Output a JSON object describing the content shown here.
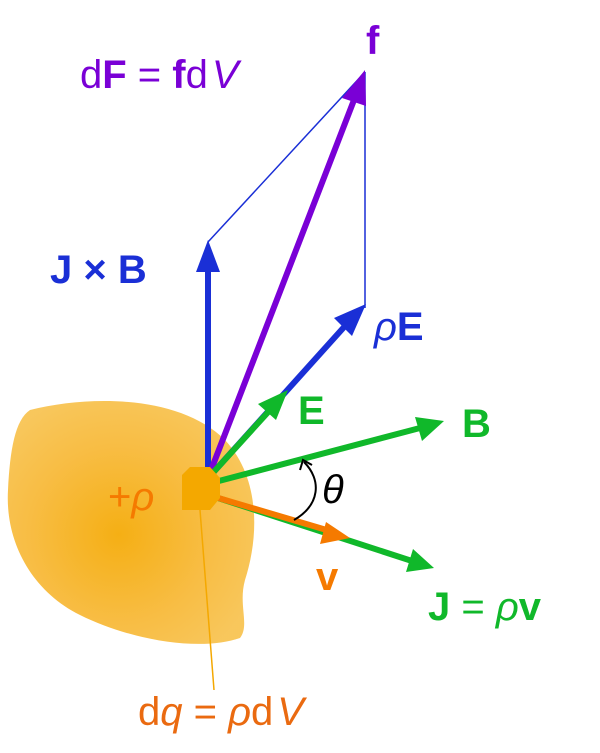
{
  "colors": {
    "purple": "#7a00d6",
    "blue": "#1a2fd6",
    "green": "#10b82a",
    "orange": "#f57a00",
    "blob": "#f7b21c",
    "dq_label": "#ea6a10"
  },
  "labels": {
    "dF_d": "d",
    "dF_F": "F",
    "dF_eq": " = ",
    "dF_f": "f",
    "dF_d2": "d",
    "dF_V": "V",
    "f": "f",
    "JxB": "J × B",
    "rhoE_rho": "ρ",
    "rhoE_E": "E",
    "E": "E",
    "B": "B",
    "theta": "θ",
    "plus_rho_plus": "+",
    "plus_rho_rho": "ρ",
    "v": "v",
    "J_J": "J",
    "J_eq": " = ",
    "J_rho": "ρ",
    "J_v": "v",
    "dq_d": "d",
    "dq_q": "q",
    "dq_eq": " = ",
    "dq_rho": "ρ",
    "dq_d2": "d",
    "dq_V": "V"
  }
}
